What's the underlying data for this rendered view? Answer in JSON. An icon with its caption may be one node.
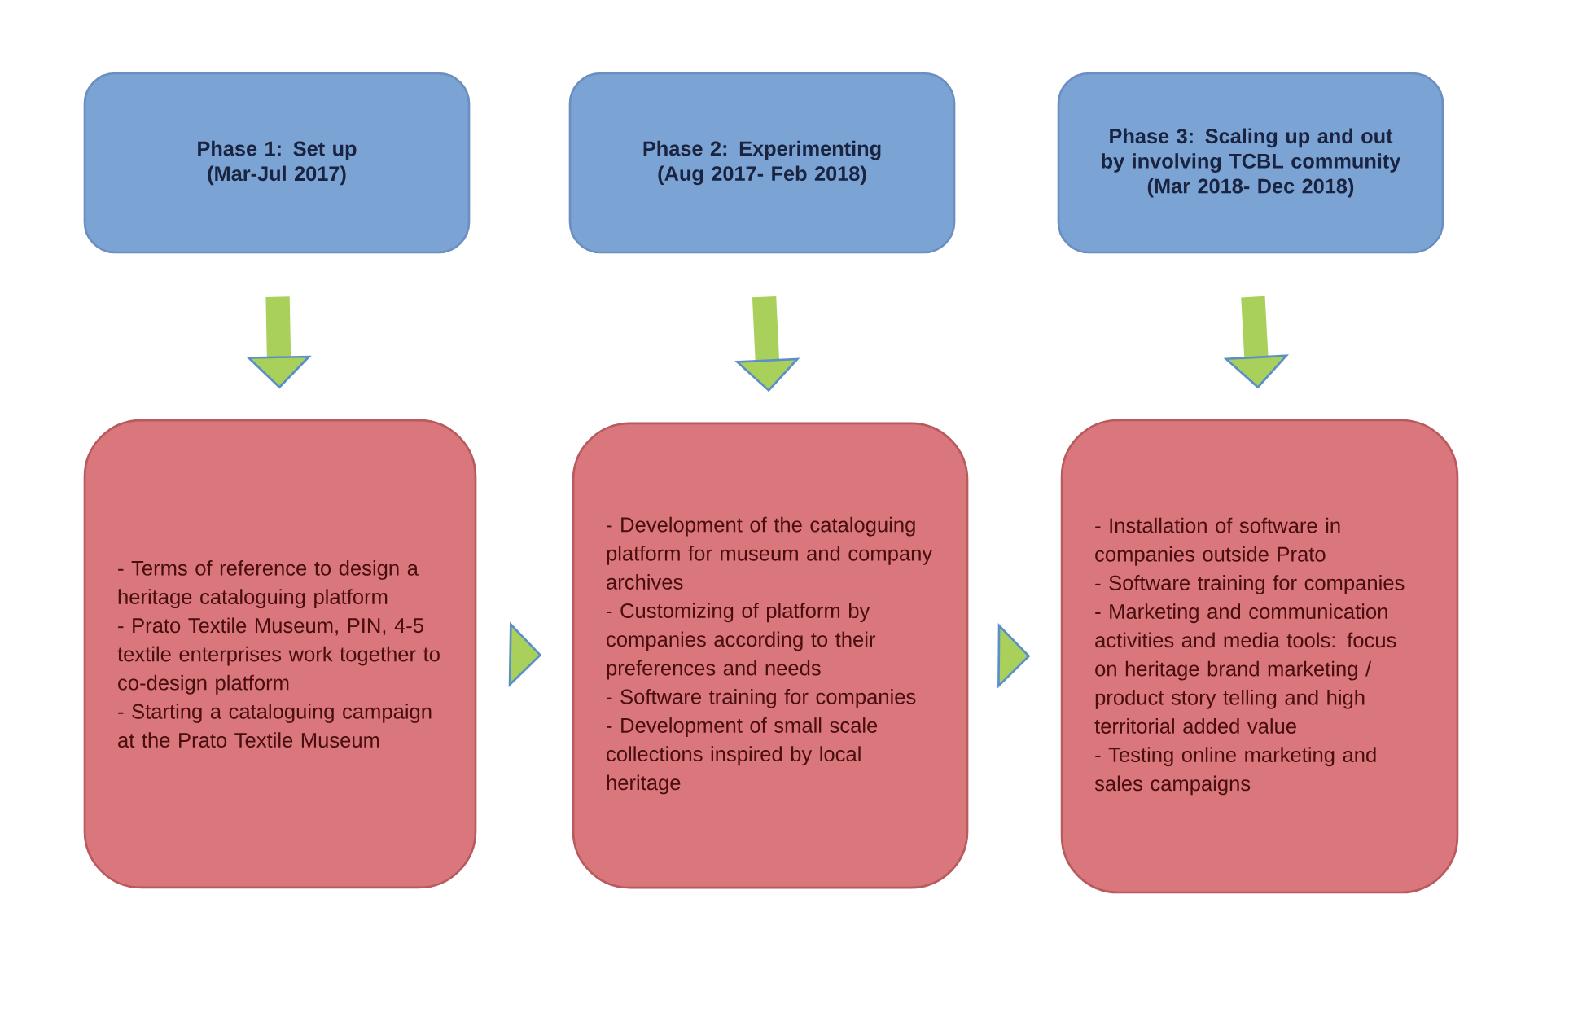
{
  "diagram": {
    "nodes": [
      {
        "text": [
          "Phase 1: Set up",
          "(Mar-Jul 2017)"
        ]
      },
      {
        "text": [
          "Phase 2: Experimenting",
          "(Aug 2017- Feb 2018)"
        ]
      },
      {
        "text": [
          "Phase 3: Scaling up and out by involving TCBL community",
          "(Mar 2018- Dec 2018)"
        ]
      },
      {
        "text": [
          "- Terms of reference to design a heritage cataloguing platform",
          "- Prato Textile Museum, PIN, 4-5 textile enterprises work together to co-design platform",
          "- Starting a cataloguing campaign at the Prato Textile Museum"
        ]
      },
      {
        "text": [
          "- Development of the cataloguing platform for museum and company archives",
          "- Customizing of platform by companies according to their preferences and needs",
          "- Software training for companies",
          "- Development of small scale collections inspired by local heritage"
        ]
      },
      {
        "text": [
          "- Installation of software in companies outside Prato",
          "- Software training for companies",
          "- Marketing and communication activities and media tools: focus on heritage brand marketing / product story telling and high territorial added value",
          "- Testing online marketing and sales campaigns"
        ]
      }
    ],
    "edges": [
      {
        "from": 0,
        "to": 3,
        "arrow": "to"
      },
      {
        "from": 1,
        "to": 4,
        "arrow": "to"
      },
      {
        "from": 2,
        "to": 5,
        "arrow": "to"
      },
      {
        "from": 3,
        "to": 4,
        "arrow": "to"
      },
      {
        "from": 4,
        "to": 5,
        "arrow": "to"
      }
    ]
  }
}
